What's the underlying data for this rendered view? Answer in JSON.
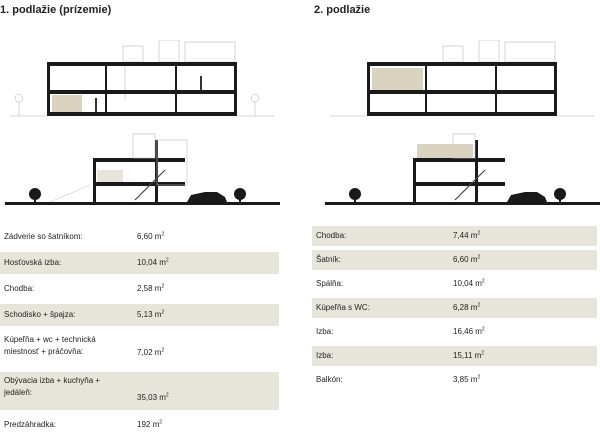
{
  "floor1": {
    "title": "1. podlažie (prízemie)",
    "rooms": [
      {
        "label": "Zádverie so šatníkom:",
        "value": "6,60 m",
        "unit_sup": "2",
        "shaded": false
      },
      {
        "label": "Hosťovská izba:",
        "value": "10,04 m",
        "unit_sup": "2",
        "shaded": true
      },
      {
        "label": "Chodba:",
        "value": "2,58 m",
        "unit_sup": "2",
        "shaded": false
      },
      {
        "label": "Schodisko + špajza:",
        "value": "5,13 m",
        "unit_sup": "2",
        "shaded": true
      },
      {
        "label_lines": [
          "Kúpeľňa + wc + technická",
          "miestnosť + práčovňa:"
        ],
        "value": "7,02 m",
        "unit_sup": "2",
        "shaded": false
      },
      {
        "label_lines": [
          "Obývacia izba + kuchyňa +",
          "jedáleň:"
        ],
        "value": "35,03 m",
        "unit_sup": "2",
        "shaded": true
      },
      {
        "label": "Predzáhradka:",
        "value": "192 m",
        "unit_sup": "2",
        "shaded": false
      }
    ]
  },
  "floor2": {
    "title": "2. podlažie",
    "rooms": [
      {
        "label": "Chodba:",
        "value": "7,44 m",
        "unit_sup": "2",
        "shaded": true
      },
      {
        "label": "Šatník:",
        "value": "6,60 m",
        "unit_sup": "2",
        "shaded": true
      },
      {
        "label": "Spálňa:",
        "value": "10,04 m",
        "unit_sup": "2",
        "shaded": false
      },
      {
        "label": "Kúpeľňa s WC:",
        "value": "6,28 m",
        "unit_sup": "2",
        "shaded": true
      },
      {
        "label": "Izba:",
        "value": "16,46 m",
        "unit_sup": "2",
        "shaded": false
      },
      {
        "label": "Izba:",
        "value": "15,11 m",
        "unit_sup": "2",
        "shaded": true
      },
      {
        "label": "Balkón:",
        "value": "3,85 m",
        "unit_sup": "2",
        "shaded": false
      }
    ]
  },
  "colors": {
    "shade": "#e7e4d9",
    "highlight": "#d9d3bf",
    "line": "#1a1a1a"
  }
}
